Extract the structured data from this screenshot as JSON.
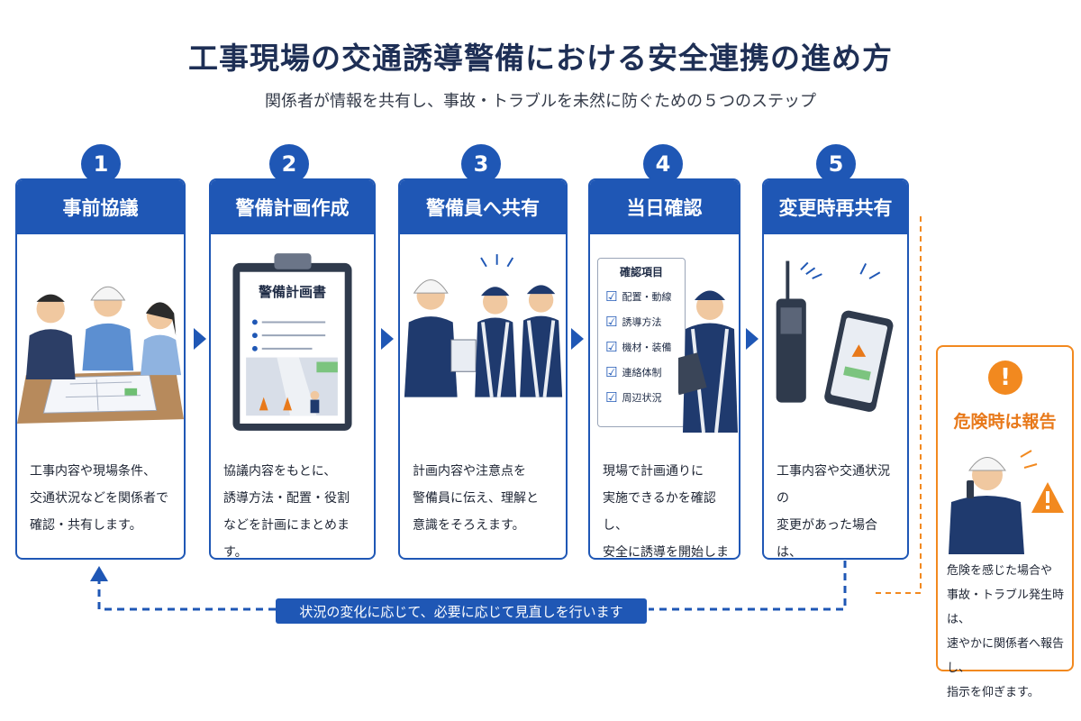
{
  "title": "工事現場の交通誘導警備における安全連携の進め方",
  "subtitle": "関係者が情報を共有し、事故・トラブルを未然に防ぐための５つのステップ",
  "steps": [
    {
      "number": "1",
      "heading": "事前協議",
      "description": "工事内容や現場条件、\n交通状況などを関係者で\n確認・共有します。"
    },
    {
      "number": "2",
      "heading": "警備計画作成",
      "description": "協議内容をもとに、\n誘導方法・配置・役割\nなどを計画にまとめます。",
      "clipboard_title": "警備計画書"
    },
    {
      "number": "3",
      "heading": "警備員へ共有",
      "description": "計画内容や注意点を\n警備員に伝え、理解と\n意識をそろえます。"
    },
    {
      "number": "4",
      "heading": "当日確認",
      "description": "現場で計画通りに\n実施できるかを確認し、\n安全に誘導を開始します。",
      "checklist_title": "確認項目",
      "checklist": [
        "配置・動線",
        "誘導方法",
        "機材・装備",
        "連絡体制",
        "周辺状況"
      ]
    },
    {
      "number": "5",
      "heading": "変更時再共有",
      "description": "工事内容や交通状況の\n変更があった場合は、\n速やかに再共有しますし"
    }
  ],
  "loop_label": "状況の変化に応じて、必要に応じて見直しを行います",
  "danger": {
    "heading": "危険時は報告",
    "description": "危険を感じた場合や\n事故・トラブル発生時は、\n速やかに関係者へ報告し、\n指示を仰ぎます。"
  },
  "colors": {
    "primary": "#1f57b5",
    "danger": "#f2891f",
    "title": "#1e2f55"
  },
  "icons": [
    "exclamation-icon",
    "warning-triangle-icon",
    "checkbox-icon",
    "radio-icon",
    "smartphone-icon",
    "clipboard-icon"
  ]
}
